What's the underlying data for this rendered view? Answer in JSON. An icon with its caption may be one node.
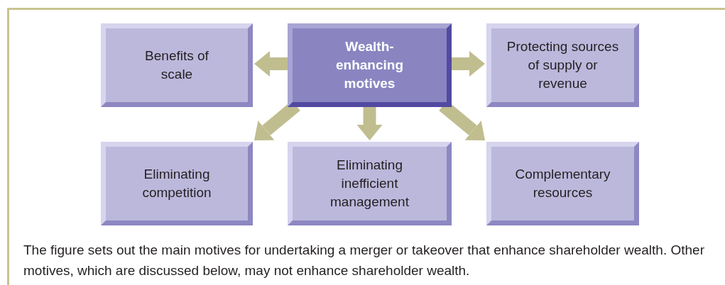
{
  "diagram": {
    "caption": "The figure sets out the main motives for undertaking a merger or takeover that enhance shareholder wealth. Other motives, which are discussed below, may not enhance shareholder wealth.",
    "nodes": [
      {
        "text": [
          "Benefits of scale"
        ]
      },
      {
        "text": [
          "Wealth-enhancing motives"
        ]
      },
      {
        "text": [
          "Protecting sources of supply or revenue"
        ]
      },
      {
        "text": [
          "Eliminating competition"
        ]
      },
      {
        "text": [
          "Eliminating inefficient management"
        ]
      },
      {
        "text": [
          "Complementary resources"
        ]
      }
    ],
    "edges": [
      {
        "from": 1,
        "to": 0,
        "arrow": "to"
      },
      {
        "from": 1,
        "to": 2,
        "arrow": "to"
      },
      {
        "from": 1,
        "to": 3,
        "arrow": "to"
      },
      {
        "from": 1,
        "to": 4,
        "arrow": "to"
      },
      {
        "from": 1,
        "to": 5,
        "arrow": "to"
      }
    ]
  }
}
